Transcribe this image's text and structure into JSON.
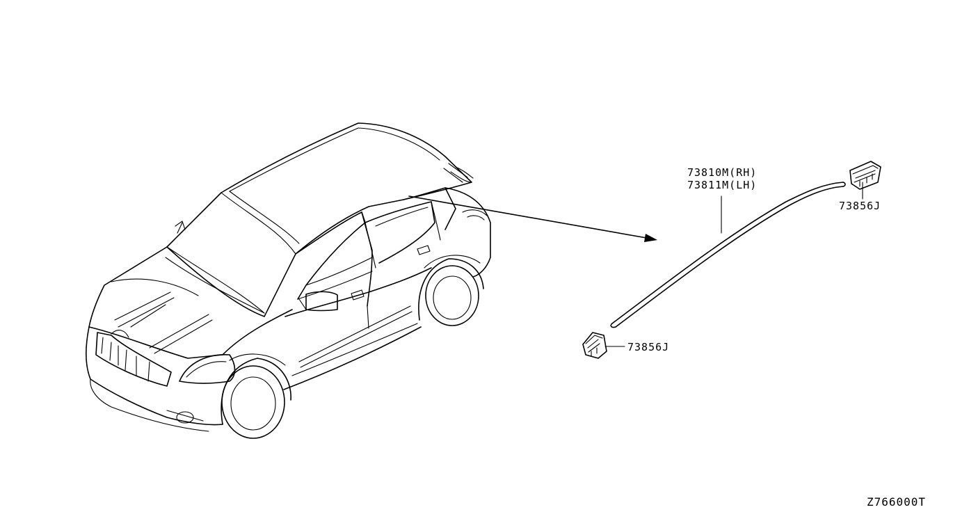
{
  "callouts": {
    "molding_rh": "73810M(RH)",
    "molding_lh": "73811M(LH)",
    "clip_upper": "73856J",
    "clip_lower": "73856J"
  },
  "diagram_code": "Z766000T"
}
